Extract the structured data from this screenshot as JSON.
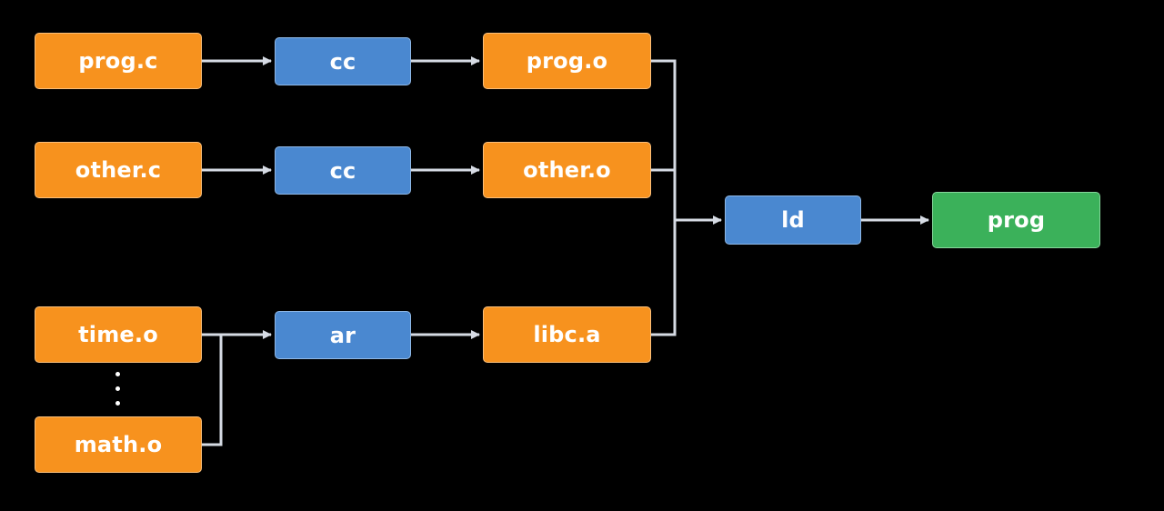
{
  "diagram": {
    "sources": {
      "prog_c": "prog.c",
      "other_c": "other.c",
      "time_o": "time.o",
      "math_o": "math.o"
    },
    "tools": {
      "cc_1": "cc",
      "cc_2": "cc",
      "ar": "ar",
      "ld": "ld"
    },
    "intermediates": {
      "prog_o": "prog.o",
      "other_o": "other.o",
      "libc_a": "libc.a"
    },
    "output": {
      "prog": "prog"
    },
    "edges": [
      {
        "from": "prog.c",
        "to": "cc"
      },
      {
        "from": "cc",
        "to": "prog.o"
      },
      {
        "from": "other.c",
        "to": "cc"
      },
      {
        "from": "cc",
        "to": "other.o"
      },
      {
        "from": "time.o",
        "to": "ar"
      },
      {
        "from": "math.o",
        "to": "ar"
      },
      {
        "from": "ar",
        "to": "libc.a"
      },
      {
        "from": "prog.o",
        "to": "ld"
      },
      {
        "from": "other.o",
        "to": "ld"
      },
      {
        "from": "libc.a",
        "to": "ld"
      },
      {
        "from": "ld",
        "to": "prog"
      }
    ],
    "colors": {
      "background": "#000000",
      "file_node": "#f7921e",
      "tool_node": "#4a88d0",
      "output_node": "#3bb15a",
      "connector": "#d6dbe4",
      "text": "#ffffff"
    }
  }
}
